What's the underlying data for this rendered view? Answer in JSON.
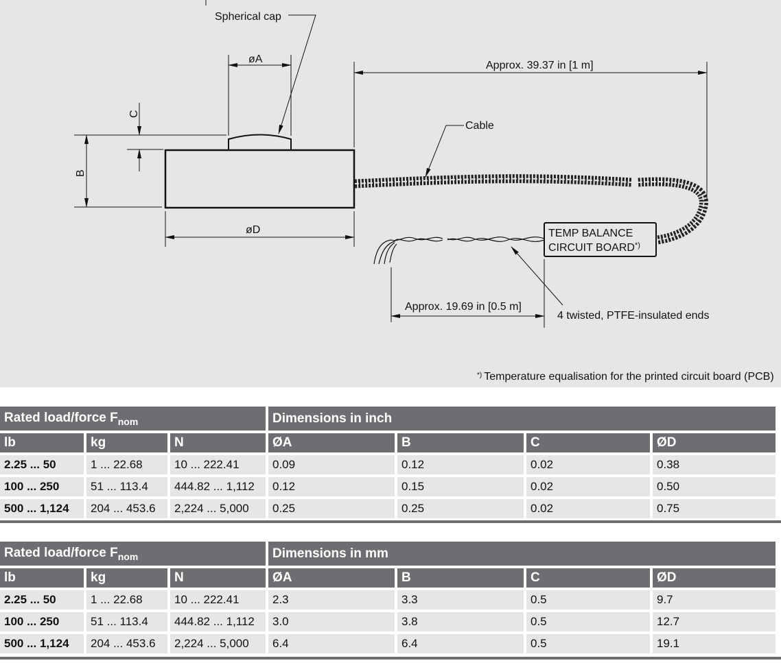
{
  "drawing": {
    "labels": {
      "spherical_cap": "Spherical cap",
      "dia_a": "øA",
      "dia_d": "øD",
      "b": "B",
      "c": "C",
      "cable": "Cable",
      "cable_length": "Approx. 39.37 in [1 m]",
      "board_line1": "TEMP BALANCE",
      "board_line2": "CIRCUIT BOARD",
      "board_note": "*)",
      "ends_length": "Approx. 19.69 in [0.5 m]",
      "ends": "4 twisted, PTFE-insulated ends",
      "footnote_mark": "*)",
      "footnote": "Temperature equalisation for the printed circuit board (PCB)"
    }
  },
  "tables": [
    {
      "group_left": "Rated load/force F",
      "group_left_sub": "nom",
      "group_right": "Dimensions in inch",
      "columns": [
        "lb",
        "kg",
        "N",
        "ØA",
        "B",
        "C",
        "ØD"
      ],
      "rows": [
        [
          "2.25 ... 50",
          "1 ... 22.68",
          "10 ... 222.41",
          "0.09",
          "0.12",
          "0.02",
          "0.38"
        ],
        [
          "100 ... 250",
          "51 ... 113.4",
          "444.82 ... 1,112",
          "0.12",
          "0.15",
          "0.02",
          "0.50"
        ],
        [
          "500 ... 1,124",
          "204 ... 453.6",
          "2,224 ... 5,000",
          "0.25",
          "0.25",
          "0.02",
          "0.75"
        ]
      ]
    },
    {
      "group_left": "Rated load/force F",
      "group_left_sub": "nom",
      "group_right": "Dimensions in mm",
      "columns": [
        "lb",
        "kg",
        "N",
        "ØA",
        "B",
        "C",
        "ØD"
      ],
      "rows": [
        [
          "2.25 ... 50",
          "1 ... 22.68",
          "10 ... 222.41",
          "2.3",
          "3.3",
          "0.5",
          "9.7"
        ],
        [
          "100 ... 250",
          "51 ... 113.4",
          "444.82 ... 1,112",
          "3.0",
          "3.8",
          "0.5",
          "12.7"
        ],
        [
          "500 ... 1,124",
          "204 ... 453.6",
          "2,224 ... 5,000",
          "6.4",
          "6.4",
          "0.5",
          "19.1"
        ]
      ]
    }
  ]
}
